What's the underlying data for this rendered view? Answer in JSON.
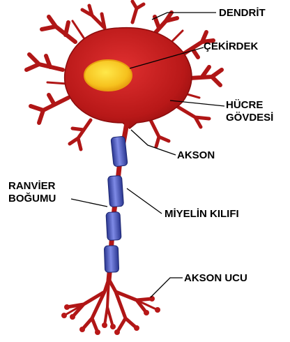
{
  "labels": {
    "dendrit": "DENDRİT",
    "cekirdek": "ÇEKİRDEK",
    "hucre_1": "HÜCRE",
    "hucre_2": "GÖVDESİ",
    "akson": "AKSON",
    "ranvier_1": "RANVİER",
    "ranvier_2": "BOĞUMU",
    "miyelin": "MİYELİN KILIFI",
    "akson_ucu": "AKSON UCU"
  },
  "colors": {
    "cell_body": "#b81818",
    "cell_dark": "#8a0c0c",
    "nucleus_outer": "#e8a010",
    "nucleus_inner": "#ffe84a",
    "myelin": "#3a48b8",
    "myelin_light": "#7e8ae6",
    "leader_line": "#000000"
  }
}
